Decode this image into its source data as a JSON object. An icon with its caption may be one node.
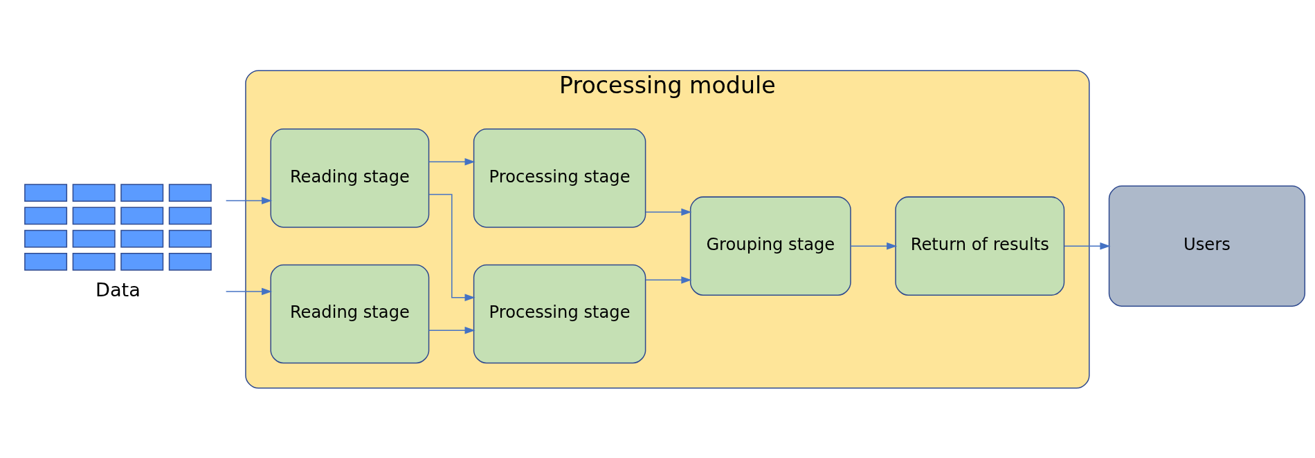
{
  "diagram": {
    "nodes": [
      {
        "text": [
          "Data"
        ]
      },
      {
        "text": [
          "Processing module"
        ]
      },
      {
        "text": [
          "Reading stage"
        ],
        "in": 1
      },
      {
        "text": [
          "Processing stage"
        ],
        "in": 1
      },
      {
        "text": [
          "Processing stage"
        ],
        "in": 1
      },
      {
        "text": [
          "Grouping stage"
        ],
        "in": 1
      },
      {
        "text": [
          "Return of results"
        ],
        "in": 1
      },
      {
        "text": [
          "Reading stage"
        ],
        "in": 1
      },
      {
        "text": [
          "Users"
        ]
      }
    ],
    "edges": [
      {
        "from": 0,
        "to": 2,
        "arrow": "to"
      },
      {
        "from": 0,
        "to": 7,
        "arrow": "to"
      },
      {
        "from": 2,
        "to": 3,
        "arrow": "to"
      },
      {
        "from": 2,
        "to": 4,
        "arrow": "to"
      },
      {
        "from": 7,
        "to": 4,
        "arrow": "to"
      },
      {
        "from": 3,
        "to": 5,
        "arrow": "to"
      },
      {
        "from": 4,
        "to": 5,
        "arrow": "to"
      },
      {
        "from": 5,
        "to": 6,
        "arrow": "to"
      },
      {
        "from": 6,
        "to": 8,
        "arrow": "to"
      }
    ]
  }
}
